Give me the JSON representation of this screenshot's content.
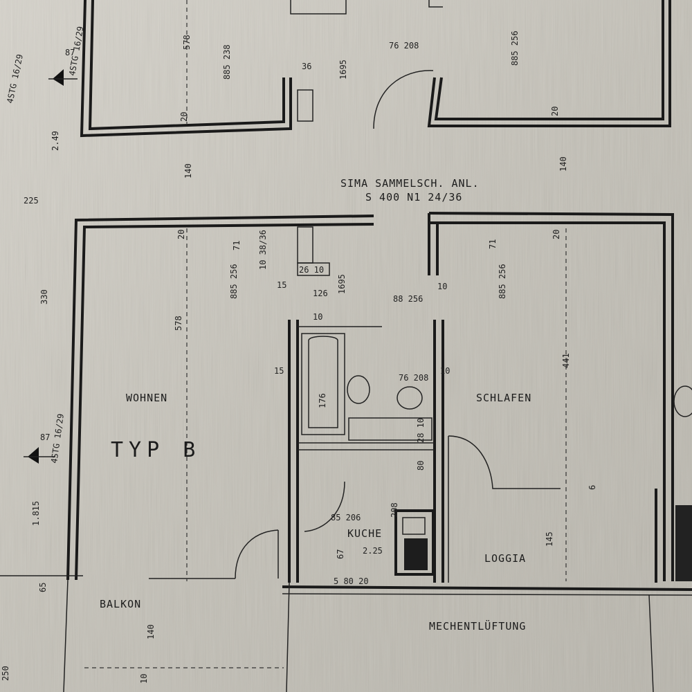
{
  "rooms": {
    "wohnen": "WOHNEN",
    "schlafen": "SCHLAFEN",
    "kuche": "KUCHE",
    "loggia": "LOGGIA",
    "balkon": "BALKON"
  },
  "type_label": "TYP B",
  "duct_label_line1": "SIMA SAMMELSCH. ANL.",
  "duct_label_line2": "S 400 N1 24/36",
  "ventilation_label": "MECHENTLÜFTUNG",
  "stair_label": "4STG 16/29",
  "dimensions": {
    "d_578_top": "578",
    "d_885_238": "885 238",
    "d_36": "36",
    "d_1695_top": "1695",
    "d_76_208_top": "76 208",
    "d_885_256_top": "885 256",
    "d_20_a": "20",
    "d_20_b": "20",
    "d_140_a": "140",
    "d_140_b": "140",
    "d_249": "2.49",
    "d_225_left": "225",
    "d_20_c": "20",
    "d_20_d": "20",
    "d_71_a": "71",
    "d_10_3836": "10 38/36",
    "d_885_256_l": "885 256",
    "d_330": "330",
    "d_578_mid": "578",
    "d_2610": "26 10",
    "d_15_a": "15",
    "d_126": "126",
    "d_1695_mid": "1695",
    "d_88_256": "88 256",
    "d_10_a": "10",
    "d_885_256_r": "885 256",
    "d_71_b": "71",
    "d_441": "441",
    "d_10_b": "10",
    "d_15_b": "15",
    "d_176": "176",
    "d_76_208_mid": "76 208",
    "d_10_c": "10",
    "d_28_10": "28 10",
    "d_80": "80",
    "d_145": "145",
    "d_208": "208",
    "d_85_206": "85 206",
    "d_225_kuche": "2.25",
    "d_67": "67",
    "d_1815": "1.815",
    "d_65": "65",
    "d_140_bottom": "140",
    "d_250": "250",
    "d_87_a": "87",
    "d_87_b": "87",
    "d_6": "6",
    "d_5_8020": "5 80 20",
    "d_10_bottom": "10"
  }
}
